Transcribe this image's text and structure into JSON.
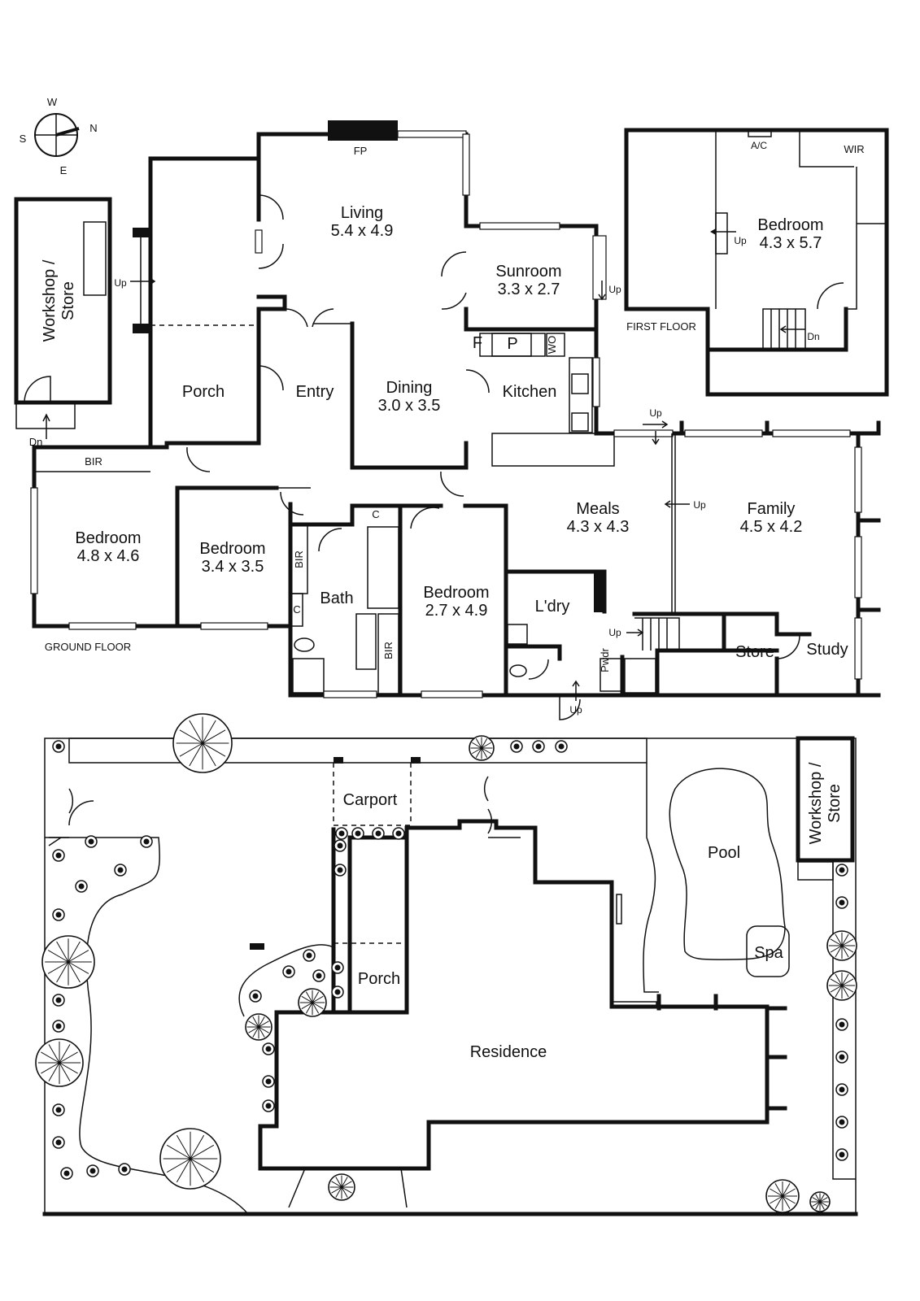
{
  "compass": {
    "north": "N",
    "south": "S",
    "east": "E",
    "west": "W"
  },
  "levels": {
    "ground_floor": "GROUND FLOOR",
    "first_floor": "FIRST FLOOR"
  },
  "rooms": {
    "living": {
      "name": "Living",
      "size": "5.4 x 4.9"
    },
    "sunroom": {
      "name": "Sunroom",
      "size": "3.3 x 2.7"
    },
    "dining": {
      "name": "Dining",
      "size": "3.0 x 3.5"
    },
    "kitchen": {
      "name": "Kitchen"
    },
    "entry": {
      "name": "Entry"
    },
    "porch": {
      "name": "Porch"
    },
    "workshop": {
      "line1": "Workshop /",
      "line2": "Store"
    },
    "bedroom_upper": {
      "name": "Bedroom",
      "size": "4.3 x 5.7"
    },
    "wir": {
      "name": "WIR"
    },
    "ac": {
      "name": "A/C"
    },
    "meals": {
      "name": "Meals",
      "size": "4.3 x 4.3"
    },
    "family": {
      "name": "Family",
      "size": "4.5 x 4.2"
    },
    "bedroom_1": {
      "name": "Bedroom",
      "size": "4.8 x 4.6"
    },
    "bedroom_2": {
      "name": "Bedroom",
      "size": "3.4 x 3.5"
    },
    "bedroom_3": {
      "name": "Bedroom",
      "size": "2.7 x 4.9"
    },
    "bath": {
      "name": "Bath"
    },
    "laundry": {
      "name": "L'dry"
    },
    "store": {
      "name": "Store"
    },
    "study": {
      "name": "Study"
    },
    "powder": {
      "name": "Pwdr"
    }
  },
  "fixtures": {
    "fp": "FP",
    "bir": "BIR",
    "fridge": "F",
    "pantry": "P",
    "wall_oven": "WO",
    "cupboard": "C",
    "up": "Up",
    "dn": "Dn"
  },
  "site": {
    "carport": "Carport",
    "porch": "Porch",
    "residence": "Residence",
    "pool": "Pool",
    "spa": "Spa",
    "workshop_line1": "Workshop /",
    "workshop_line2": "Store"
  }
}
